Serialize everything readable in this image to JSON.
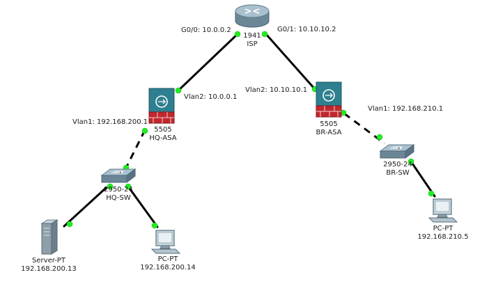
{
  "devices": {
    "isp": {
      "model": "1941",
      "name": "ISP",
      "icon": "router-icon"
    },
    "hq_asa": {
      "model": "5505",
      "name": "HQ-ASA",
      "icon": "firewall-icon"
    },
    "br_asa": {
      "model": "5505",
      "name": "BR-ASA",
      "icon": "firewall-icon"
    },
    "hq_sw": {
      "model": "2950-24",
      "name": "HQ-SW",
      "icon": "switch-icon"
    },
    "br_sw": {
      "model": "2950-24",
      "name": "BR-SW",
      "icon": "switch-icon"
    },
    "server": {
      "name": "Server-PT",
      "ip": "192.168.200.13",
      "icon": "server-icon"
    },
    "hq_pc": {
      "name": "PC-PT",
      "ip": "192.168.200.14",
      "icon": "pc-icon"
    },
    "br_pc": {
      "name": "PC-PT",
      "ip": "192.168.210.5",
      "icon": "pc-icon"
    }
  },
  "interfaces": {
    "isp_g00": "G0/0: 10.0.0.2",
    "isp_g01": "G0/1: 10.10.10.2",
    "hq_vlan2": "Vlan2: 10.0.0.1",
    "hq_vlan1": "Vlan1: 192.168.200.1",
    "br_vlan2": "Vlan2: 10.10.10.1",
    "br_vlan1": "Vlan1: 192.168.210.1"
  },
  "colors": {
    "link": "#000000",
    "port_up": "#22ee22",
    "router_body": "#8aa4b4",
    "asa_body": "#2e7f8f",
    "brick": "#c1272d"
  }
}
